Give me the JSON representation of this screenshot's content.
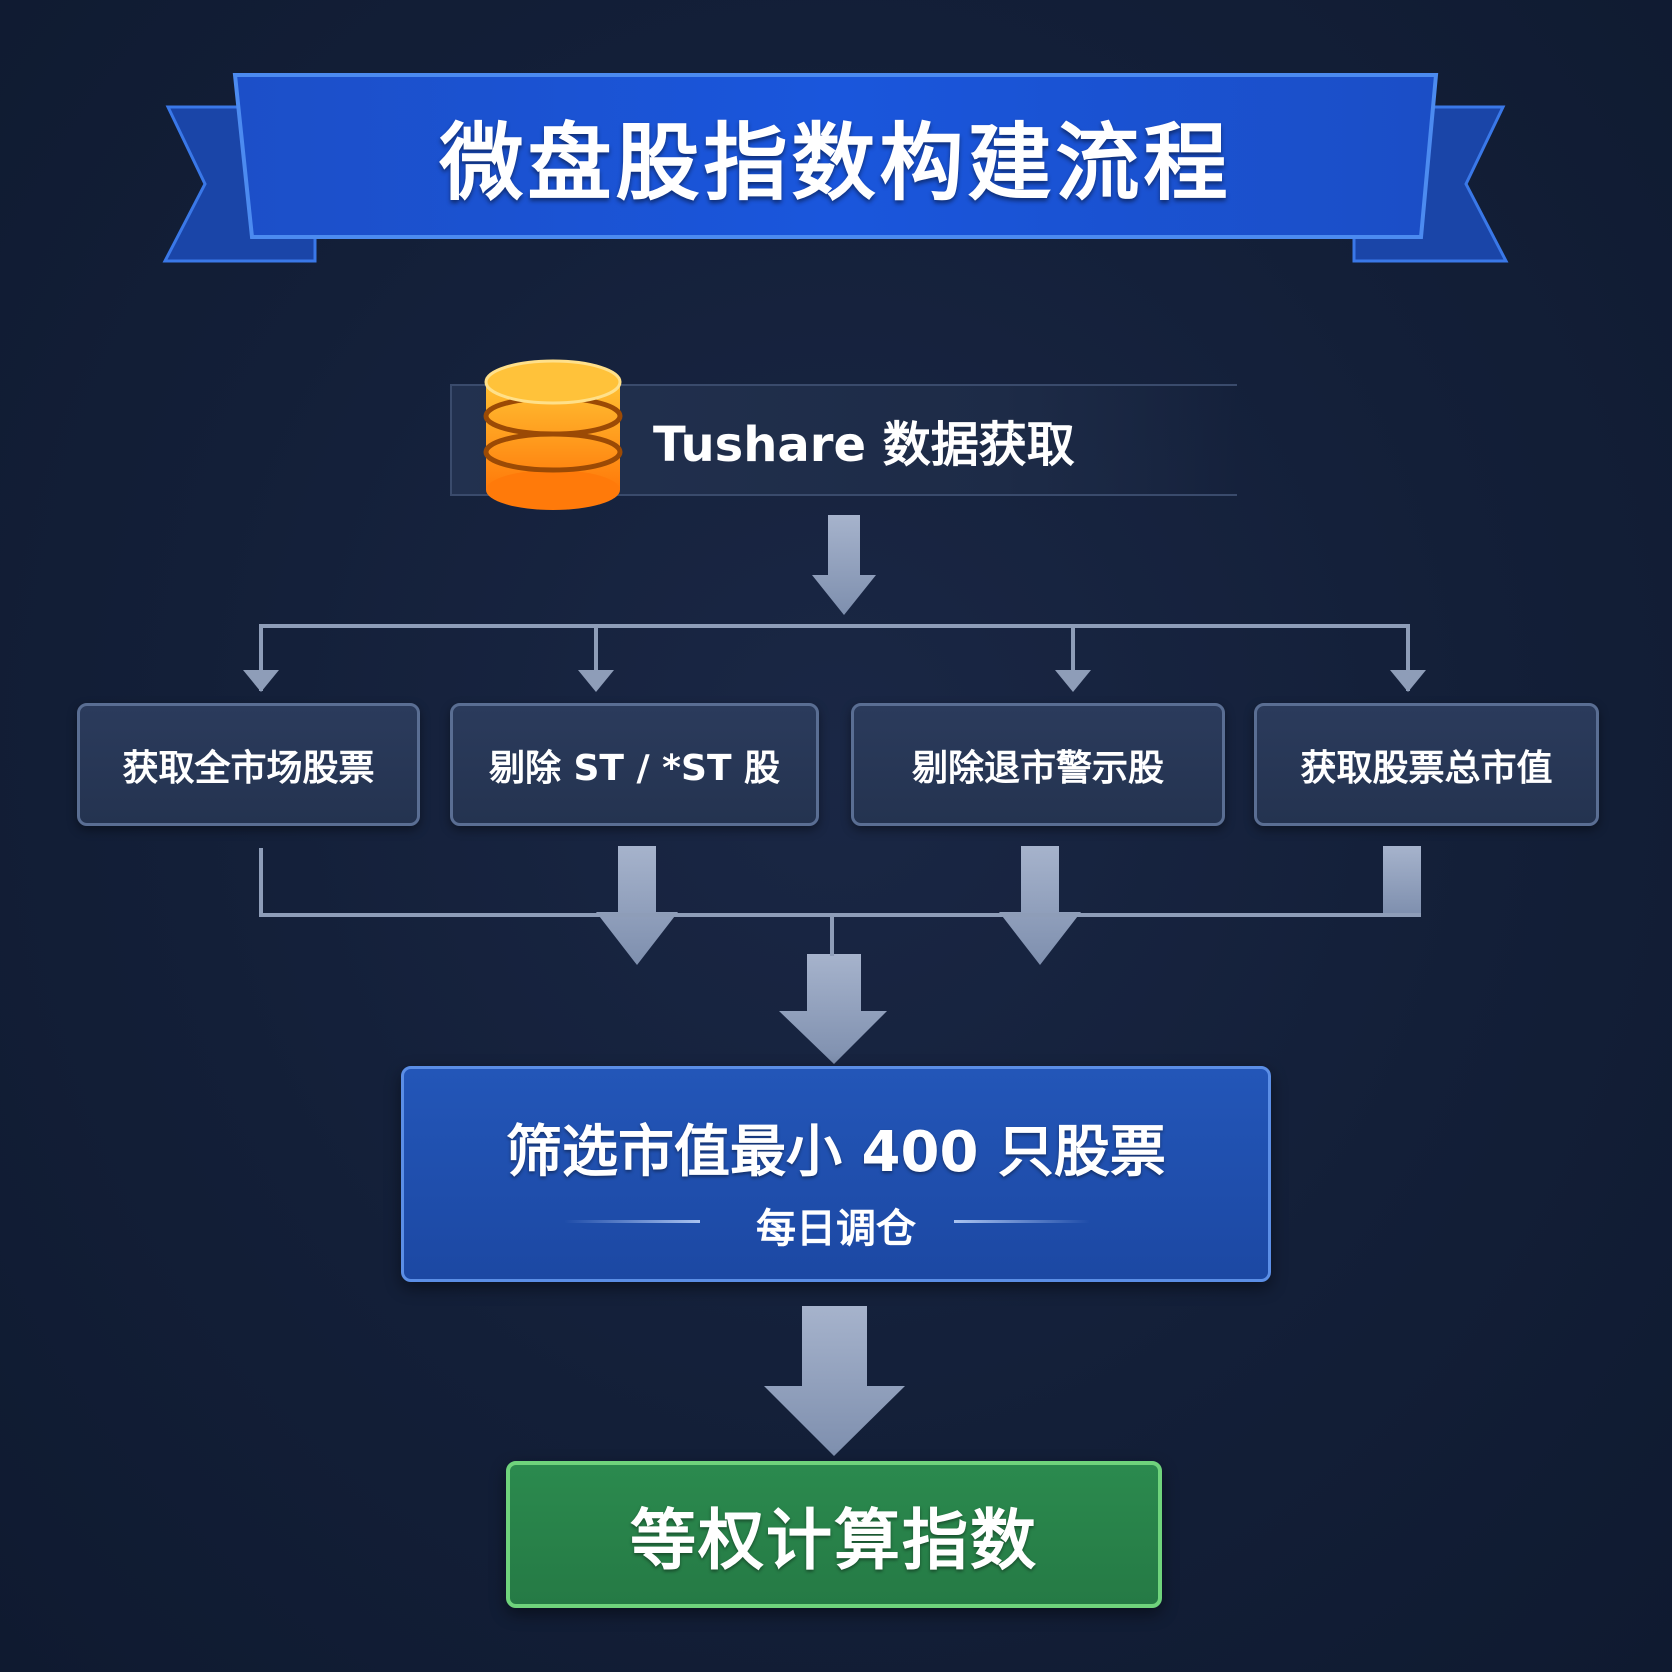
{
  "title": "微盘股指数构建流程",
  "source": {
    "label": "Tushare 数据获取",
    "icon": "database-icon"
  },
  "steps": [
    {
      "label": "获取全市场股票"
    },
    {
      "label": "剔除 ST / *ST 股"
    },
    {
      "label": "剔除退市警示股"
    },
    {
      "label": "获取股票总市值"
    }
  ],
  "filter": {
    "label": "筛选市值最小 400 只股票",
    "sublabel": "每日调仓"
  },
  "calc": {
    "label": "等权计算指数"
  },
  "colors": {
    "background": "#131f38",
    "banner": "#1a4fd0",
    "filter": "#2356b8",
    "calc": "#2b8a4e",
    "arrow": "#8e9db8",
    "coin": "#ffa31a"
  }
}
